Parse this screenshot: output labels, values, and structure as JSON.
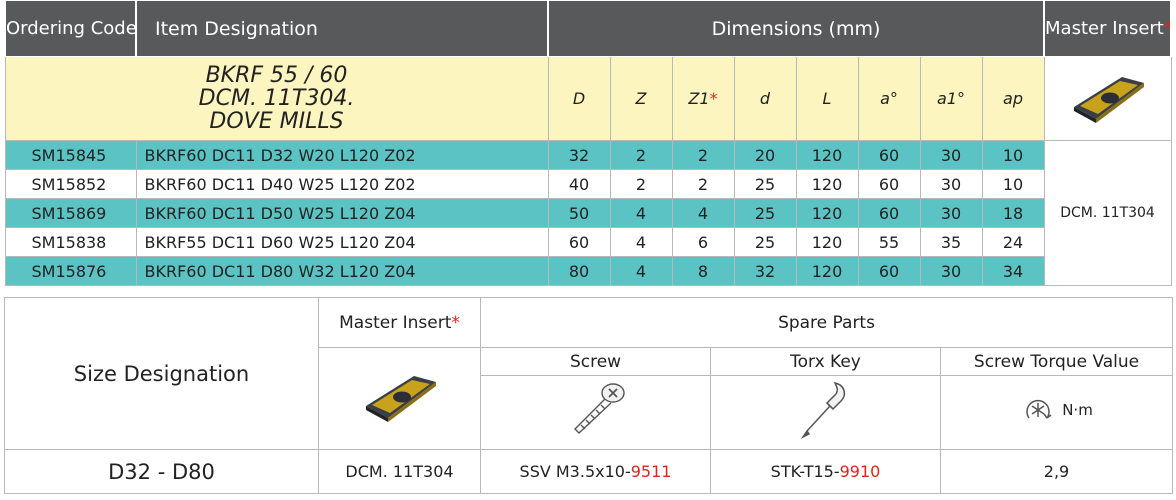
{
  "table1": {
    "headers": {
      "ordering_code": "Ordering Code",
      "item_designation": "Item Designation",
      "dimensions": "Dimensions (mm)",
      "master_insert": "Master Insert",
      "asterisk": "*"
    },
    "subheader": {
      "title_lines": [
        "BKRF 55 / 60",
        "DCM. 11T304.",
        "DOVE MILLS"
      ],
      "dimension_columns": [
        "D",
        "Z",
        "Z1",
        "d",
        "L",
        "a°",
        "a1°",
        "ap"
      ],
      "asterisk": "*"
    },
    "rows": [
      {
        "code": "SM15845",
        "designation": "BKRF60 DC11 D32 W20 L120 Z02",
        "values": [
          "32",
          "2",
          "2",
          "20",
          "120",
          "60",
          "30",
          "10"
        ]
      },
      {
        "code": "SM15852",
        "designation": "BKRF60 DC11 D40 W25 L120 Z02",
        "values": [
          "40",
          "2",
          "2",
          "25",
          "120",
          "60",
          "30",
          "10"
        ]
      },
      {
        "code": "SM15869",
        "designation": "BKRF60 DC11 D50 W25 L120 Z04",
        "values": [
          "50",
          "4",
          "4",
          "25",
          "120",
          "60",
          "30",
          "18"
        ]
      },
      {
        "code": "SM15838",
        "designation": "BKRF55 DC11 D60 W25 L120 Z04",
        "values": [
          "60",
          "4",
          "6",
          "25",
          "120",
          "55",
          "35",
          "24"
        ]
      },
      {
        "code": "SM15876",
        "designation": "BKRF60 DC11 D80 W32 L120 Z04",
        "values": [
          "80",
          "4",
          "8",
          "32",
          "120",
          "60",
          "30",
          "34"
        ]
      }
    ],
    "master_insert_value": "DCM. 11T304"
  },
  "table2": {
    "size_designation": "Size Designation",
    "master_insert": "Master Insert",
    "asterisk": "*",
    "spare_parts": "Spare Parts",
    "screw": "Screw",
    "torx_key": "Torx Key",
    "screw_torque": "Screw Torque Value",
    "torque_unit": "N·m",
    "row": {
      "size": "D32 - D80",
      "insert": "DCM. 11T304",
      "screw_prefix": "SSV M3.5x10-",
      "screw_suffix": "9511",
      "key_prefix": "STK-T15-",
      "key_suffix": "9910",
      "torque": "2,9"
    }
  },
  "colors": {
    "header_bg": "#58595b",
    "subheader_bg": "#fdf5c0",
    "teal_row": "#5cc3c4",
    "accent_red": "#e2231a",
    "insert_gold": "#c9a21c",
    "insert_dark": "#3a3f47"
  },
  "icons": [
    "insert-image",
    "screw-icon",
    "torx-key-icon",
    "torque-icon"
  ]
}
